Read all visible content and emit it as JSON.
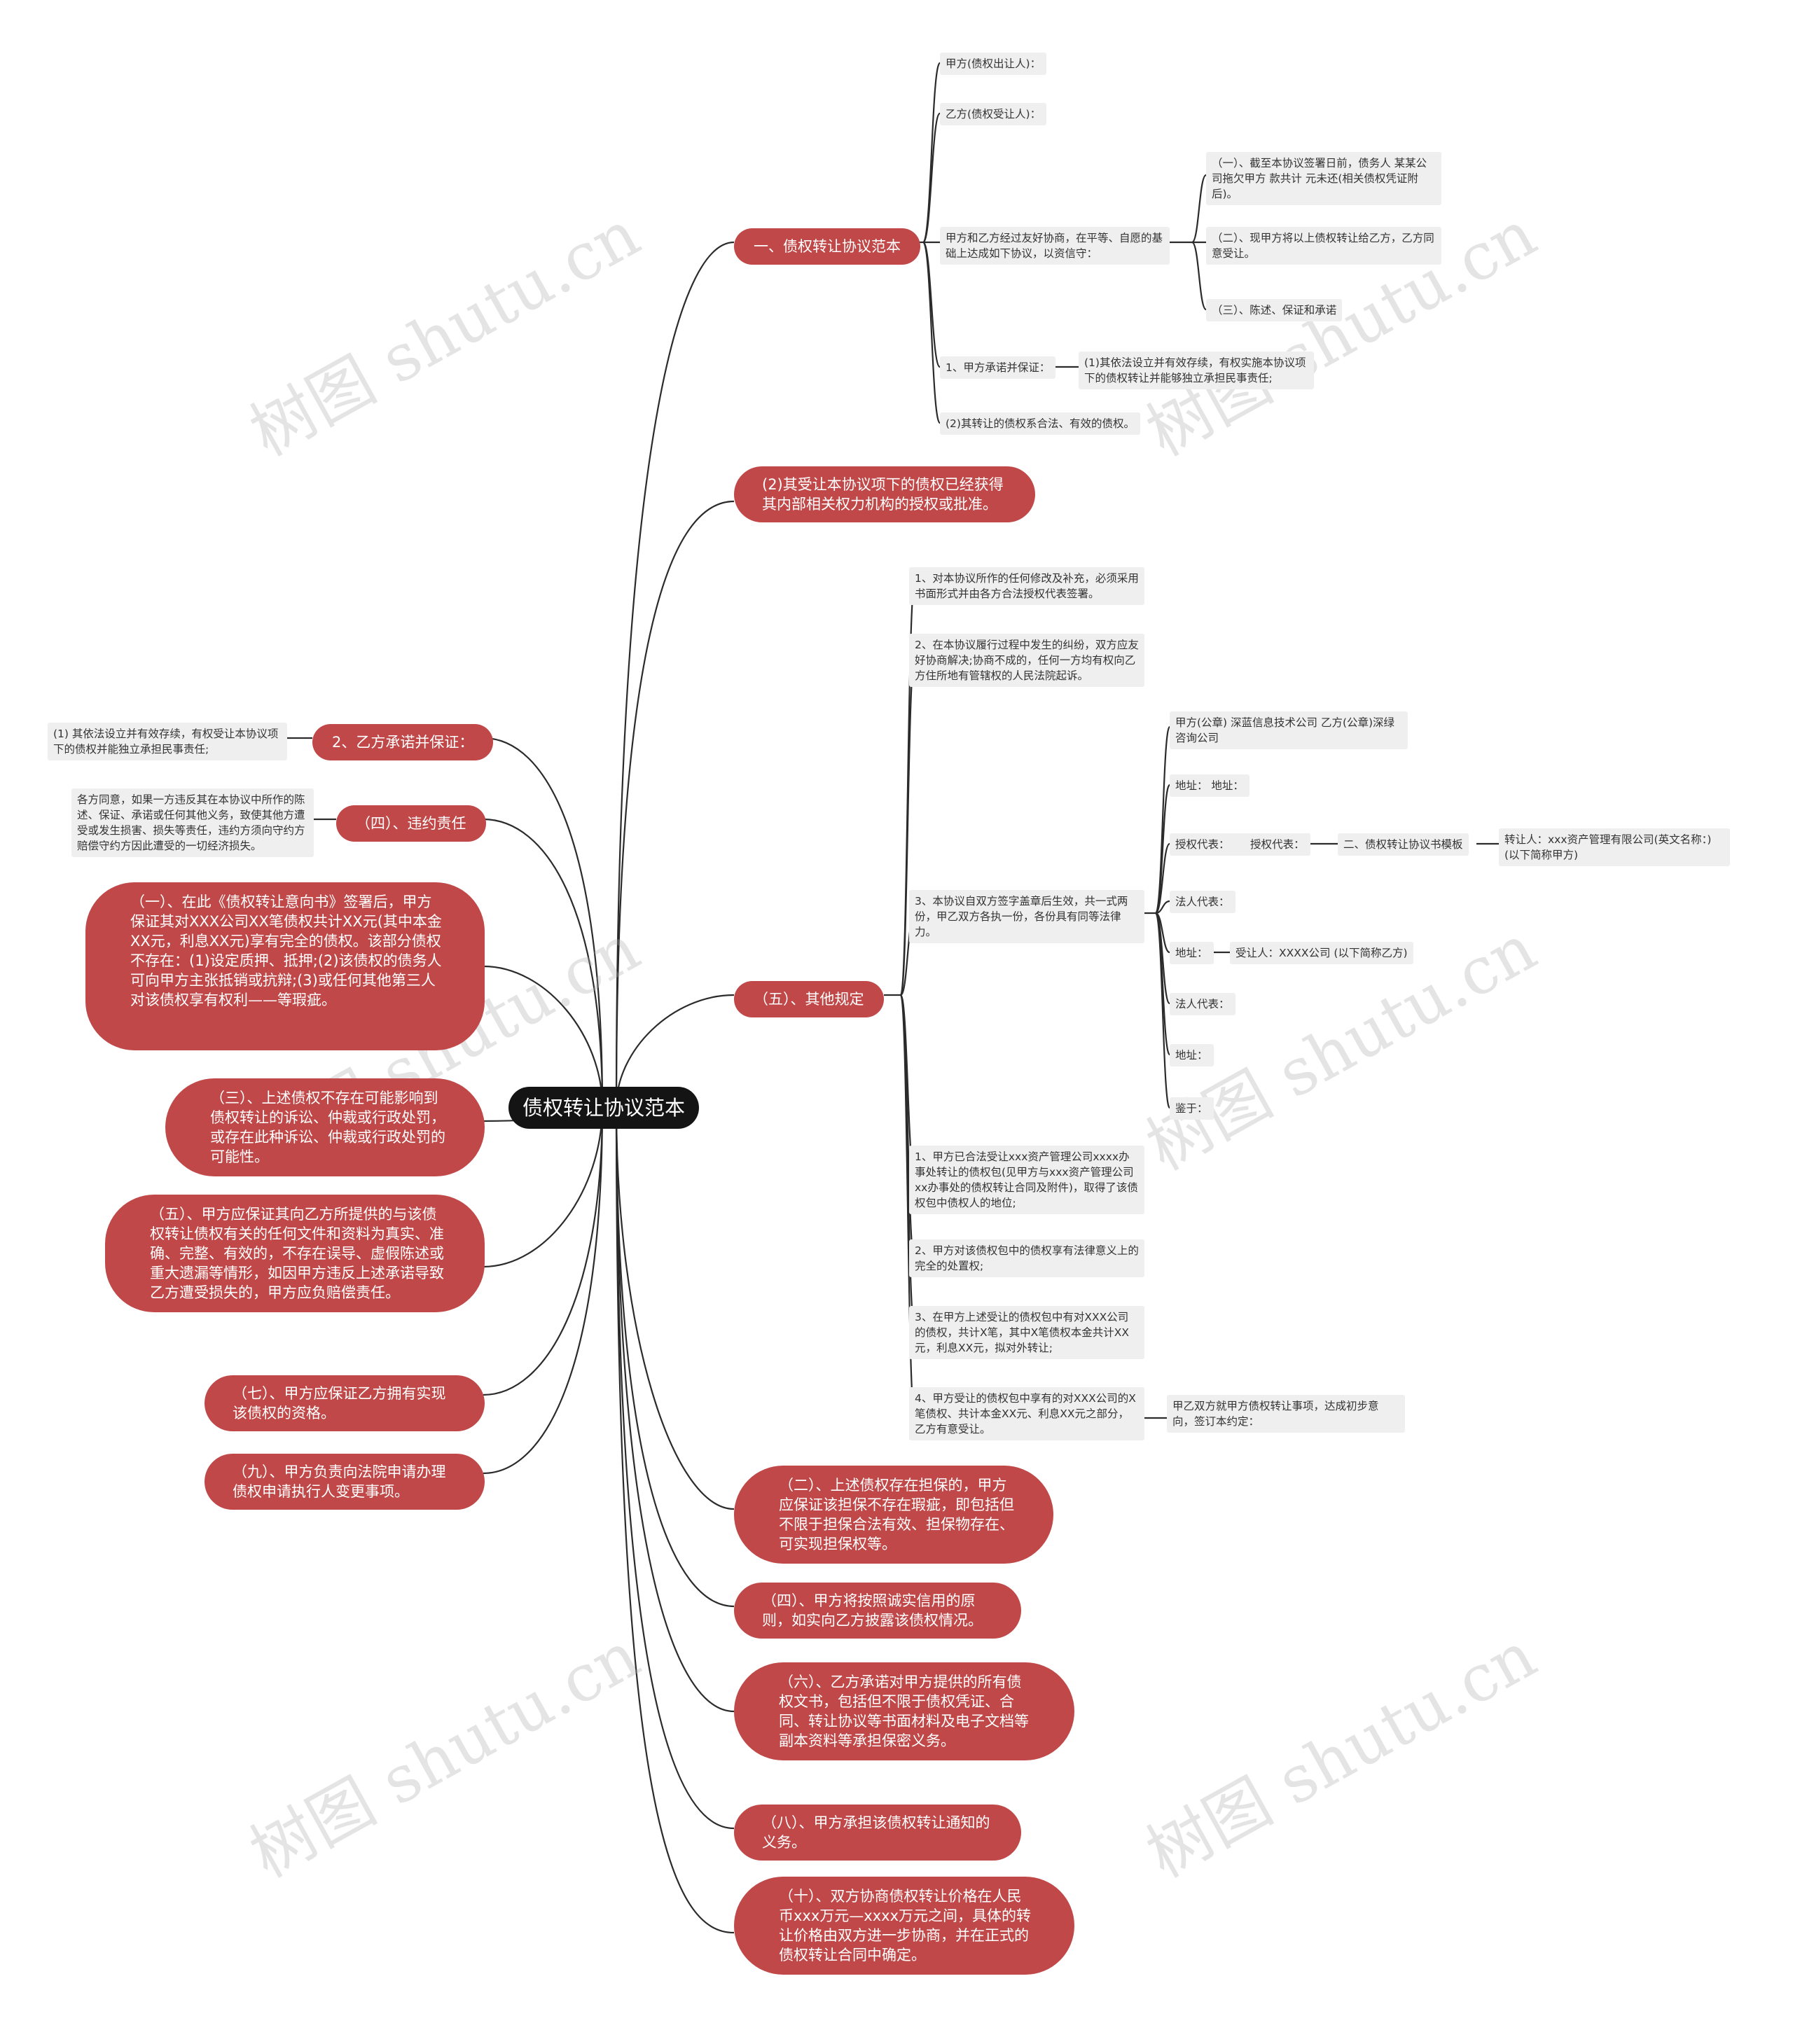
{
  "root": "债权转让协议范本",
  "watermark": "树图 shutu.cn",
  "colors": {
    "branch": "#c04848",
    "root": "#141414",
    "leaf": "#efefef",
    "line": "#2b2b2b"
  },
  "right": {
    "b1": {
      "label": "一、债权转让协议范本",
      "c1": "甲方(债权出让人)：",
      "c2": "乙方(债权受让人)：",
      "c3": "甲方和乙方经过友好协商，在平等、自愿的基础上达成如下协议，以资信守：",
      "c3_1": "（一）、截至本协议签署日前，债务人 某某公司拖欠甲方 款共计 元未还(相关债权凭证附后)。",
      "c3_2": "（二）、现甲方将以上债权转让给乙方，乙方同意受让。",
      "c3_3": "（三）、陈述、保证和承诺",
      "c4": "1、甲方承诺并保证：",
      "c4_1": "(1)其依法设立并有效存续，有权实施本协议项下的债权转让并能够独立承担民事责任;",
      "c5": "(2)其转让的债权系合法、有效的债权。"
    },
    "b2": {
      "label": "(2)其受让本协议项下的债权已经获得其内部相关权力机构的授权或批准。"
    },
    "b3": {
      "label": "（五）、其他规定",
      "c1": "1、对本协议所作的任何修改及补充，必须采用书面形式并由各方合法授权代表签署。",
      "c2": "2、在本协议履行过程中发生的纠纷，双方应友好协商解决;协商不成的，任何一方均有权向乙方住所地有管辖权的人民法院起诉。",
      "c3": "3、本协议自双方签字盖章后生效，共一式两份，甲乙双方各执一份，各份具有同等法律力。",
      "c3_1": "甲方(公章) 深蓝信息技术公司 乙方(公章)深绿咨询公司",
      "c3_2": "地址： 地址：",
      "c3_3": "授权代表：      授权代表：",
      "c3_3_1": "二、债权转让协议书模板",
      "c3_3_1_1": "转让人：xxx资产管理有限公司(英文名称：) (以下简称甲方)",
      "c3_4": "法人代表：",
      "c3_5": "地址：",
      "c3_5_1": "受让人：XXXX公司 (以下简称乙方)",
      "c3_6": "法人代表：",
      "c3_7": "地址：",
      "c3_8": "鉴于：",
      "c4": "1、甲方已合法受让xxx资产管理公司xxxx办事处转让的债权包(见甲方与xxx资产管理公司xx办事处的债权转让合同及附件)，取得了该债权包中债权人的地位;",
      "c5": "2、甲方对该债权包中的债权享有法律意义上的完全的处置权;",
      "c6": "3、在甲方上述受让的债权包中有对XXX公司的债权，共计X笔，其中X笔债权本金共计XX元，利息XX元，拟对外转让;",
      "c7": "4、甲方受让的债权包中享有的对XXX公司的X笔债权、共计本金XX元、利息XX元之部分，乙方有意受让。",
      "c7_1": "甲乙双方就甲方债权转让事项，达成初步意向，签订本约定："
    },
    "b4": {
      "label": "（二）、上述债权存在担保的，甲方应保证该担保不存在瑕疵，即包括但不限于担保合法有效、担保物存在、可实现担保权等。"
    },
    "b5": {
      "label": "（四）、甲方将按照诚实信用的原则，如实向乙方披露该债权情况。"
    },
    "b6": {
      "label": "（六）、乙方承诺对甲方提供的所有债权文书，包括但不限于债权凭证、合同、转让协议等书面材料及电子文档等副本资料等承担保密义务。"
    },
    "b7": {
      "label": "（八）、甲方承担该债权转让通知的义务。"
    },
    "b8": {
      "label": "（十）、双方协商债权转让价格在人民币xxx万元—xxxx万元之间，具体的转让价格由双方进一步协商，并在正式的债权转让合同中确定。"
    }
  },
  "left": {
    "l1": {
      "label": "2、乙方承诺并保证：",
      "c1": "(1) 其依法设立并有效存续，有权受让本协议项下的债权并能独立承担民事责任;"
    },
    "l2": {
      "label": "（四）、违约责任",
      "c1": "各方同意，如果一方违反其在本协议中所作的陈述、保证、承诺或任何其他义务，致使其他方遭受或发生损害、损失等责任，违约方须向守约方赔偿守约方因此遭受的一切经济损失。"
    },
    "l3": {
      "label": "（一）、在此《债权转让意向书》签署后，甲方保证其对XXX公司XX笔债权共计XX元(其中本金XX元，利息XX元)享有完全的债权。该部分债权不存在：(1)设定质押、抵押;(2)该债权的债务人可向甲方主张抵销或抗辩;(3)或任何其他第三人对该债权享有权利——等瑕疵。"
    },
    "l4": {
      "label": "（三）、上述债权不存在可能影响到债权转让的诉讼、仲裁或行政处罚，或存在此种诉讼、仲裁或行政处罚的可能性。"
    },
    "l5": {
      "label": "（五）、甲方应保证其向乙方所提供的与该债权转让债权有关的任何文件和资料为真实、准确、完整、有效的，不存在误导、虚假陈述或重大遗漏等情形，如因甲方违反上述承诺导致乙方遭受损失的，甲方应负赔偿责任。"
    },
    "l6": {
      "label": "（七）、甲方应保证乙方拥有实现该债权的资格。"
    },
    "l7": {
      "label": "（九）、甲方负责向法院申请办理债权申请执行人变更事项。"
    }
  }
}
